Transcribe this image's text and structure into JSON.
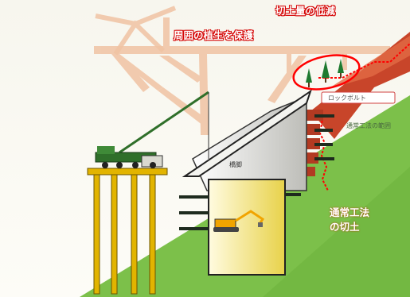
{
  "labels": {
    "cut_reduction": "切土量の低減",
    "preserve_vegetation": "周囲の植生を保護",
    "rock_bolt": "ロックボルト",
    "normal_method_line1": "通常工法",
    "normal_method_line2": "の切土",
    "normal_method_scope": "通常工法の範囲",
    "pier": "橋脚"
  },
  "colors": {
    "hillside_green": "#7cc04a",
    "cut_soil_red": "#c8452a",
    "annotation_red": "#ff0000",
    "pile_yellow": "#e2b400",
    "crane_green": "#2f6f2a",
    "bridge_outline": "#e9b08a"
  }
}
